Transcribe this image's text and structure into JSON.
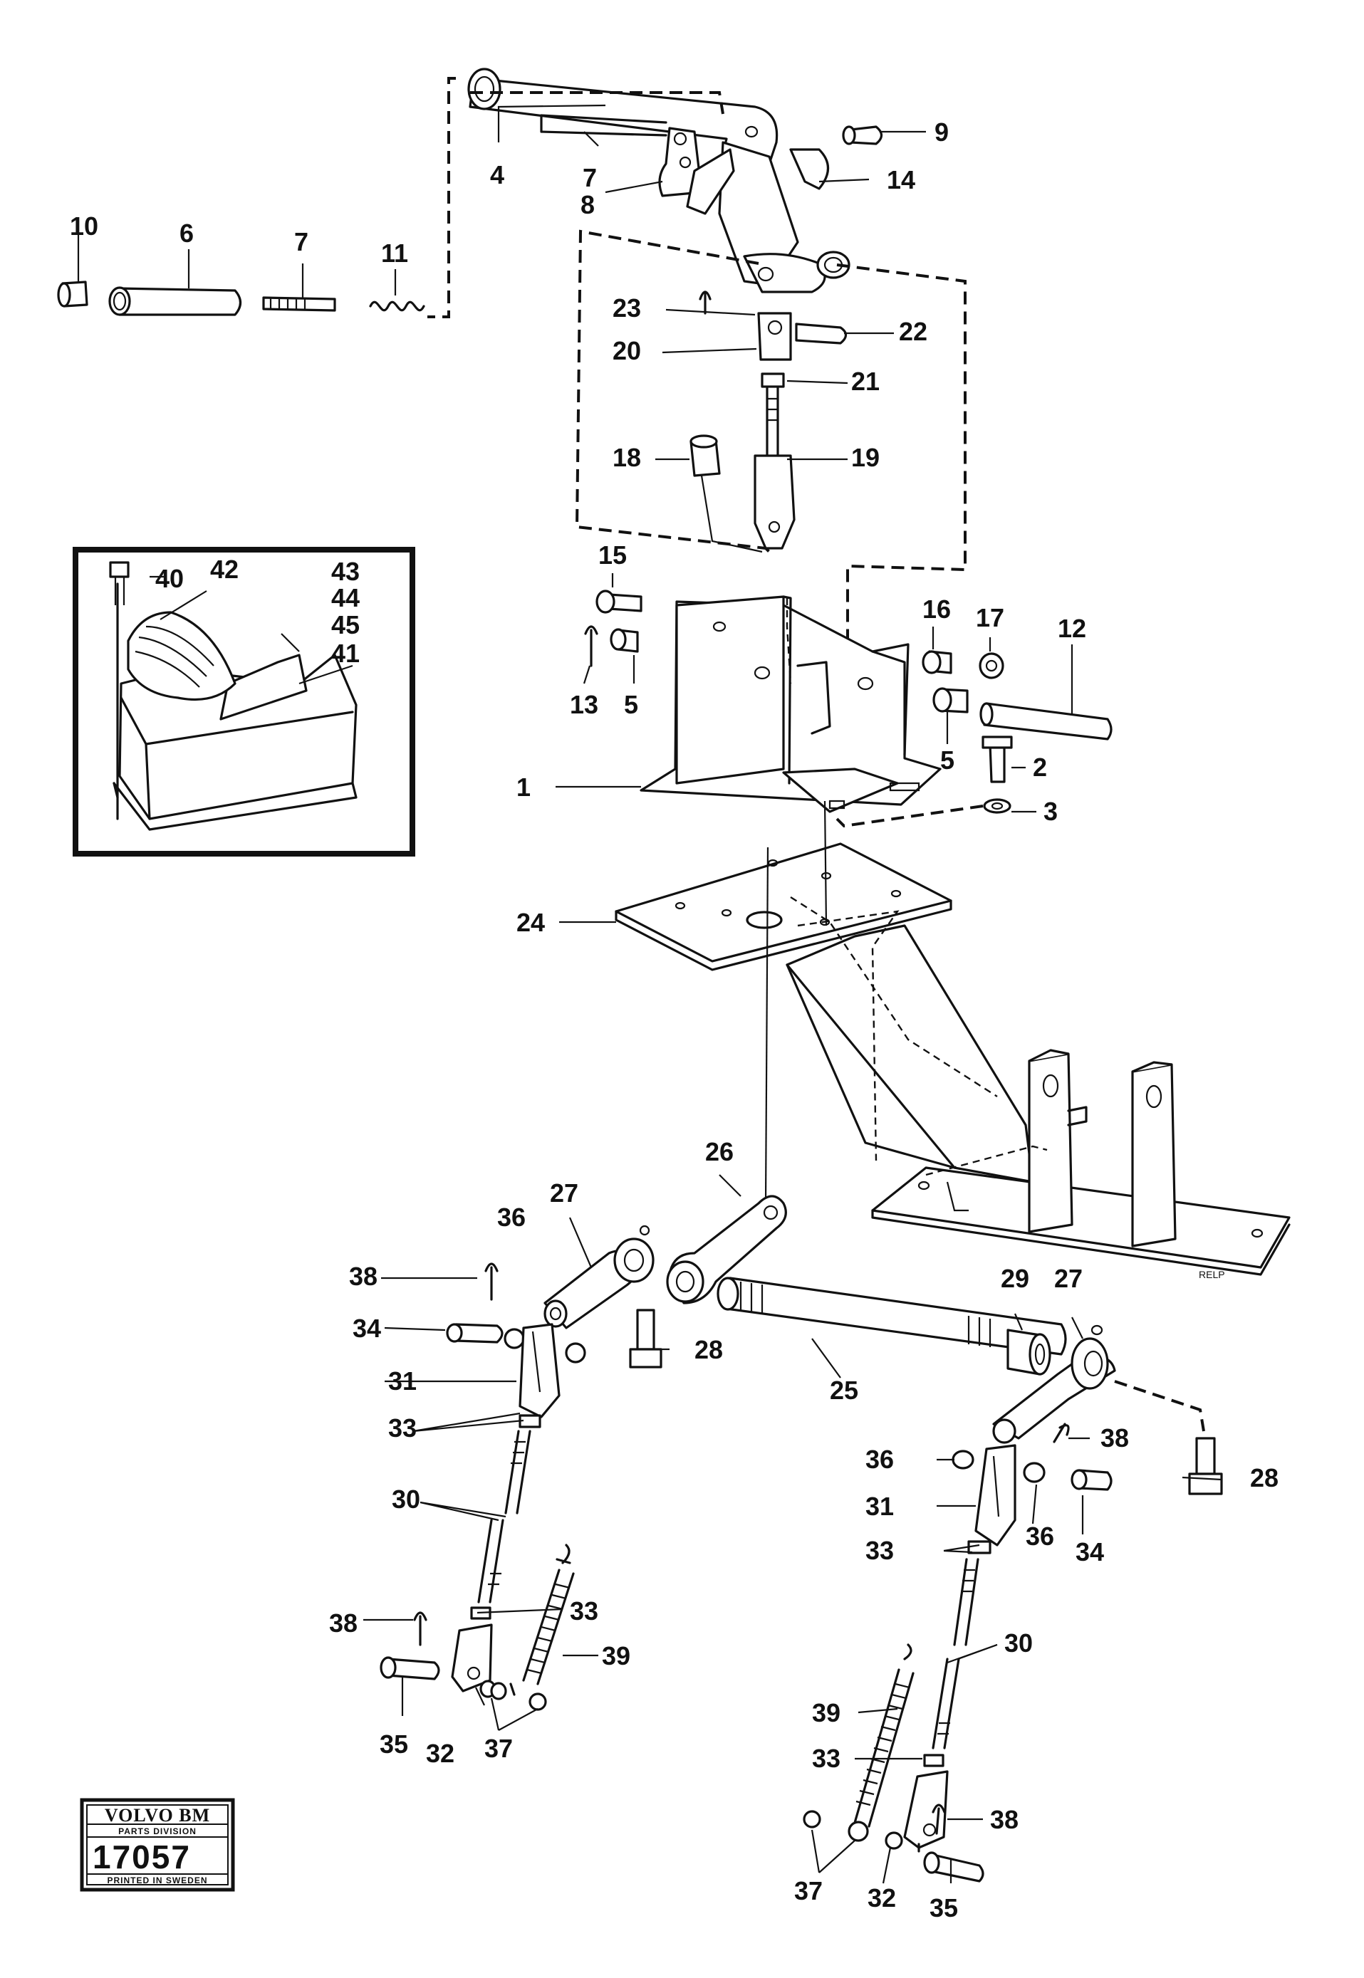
{
  "callouts": [
    "1",
    "2",
    "3",
    "4",
    "5",
    "5",
    "6",
    "7",
    "7",
    "8",
    "9",
    "10",
    "11",
    "12",
    "13",
    "14",
    "15",
    "16",
    "17",
    "18",
    "19",
    "20",
    "21",
    "22",
    "23",
    "24",
    "25",
    "26",
    "27",
    "27",
    "28",
    "28",
    "29",
    "30",
    "30",
    "31",
    "31",
    "32",
    "32",
    "33",
    "33",
    "33",
    "33",
    "34",
    "34",
    "35",
    "35",
    "36",
    "36",
    "36",
    "37",
    "37",
    "38",
    "38",
    "38",
    "38",
    "39",
    "39",
    "40",
    "41",
    "42",
    "43",
    "44",
    "45"
  ],
  "stamp": {
    "brand": "VOLVO BM",
    "division": "PARTS DIVISION",
    "number": "17057",
    "footer": "PRINTED IN SWEDEN"
  },
  "artist_mark": "RELP"
}
